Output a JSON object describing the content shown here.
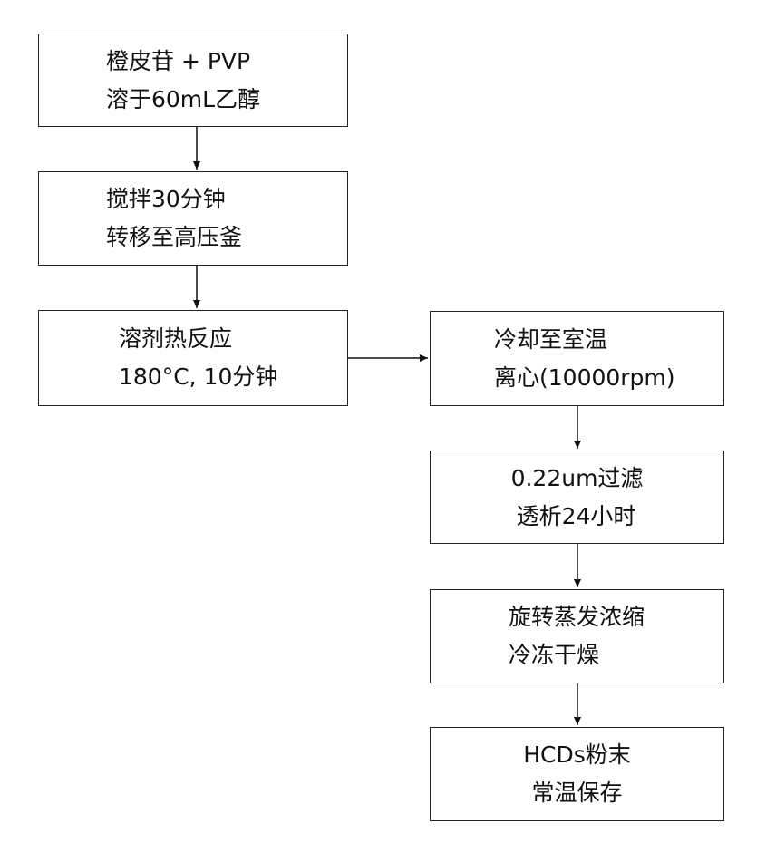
{
  "steps": [
    {
      "line1": "橙皮苷  + PVP",
      "line2": "溶于60mL乙醇"
    },
    {
      "line1": "搅拌30分钟",
      "line2": "转移至高压釜"
    },
    {
      "line1": "溶剂热反应",
      "line2": "180°C, 10分钟"
    },
    {
      "line1": "冷却至室温",
      "line2": "离心(10000rpm)"
    },
    {
      "line1": "0.22um过滤",
      "line2": "透析24小时"
    },
    {
      "line1": "旋转蒸发浓缩",
      "line2": "冷冻干燥"
    },
    {
      "line1": "HCDs粉末",
      "line2": "常温保存"
    }
  ]
}
